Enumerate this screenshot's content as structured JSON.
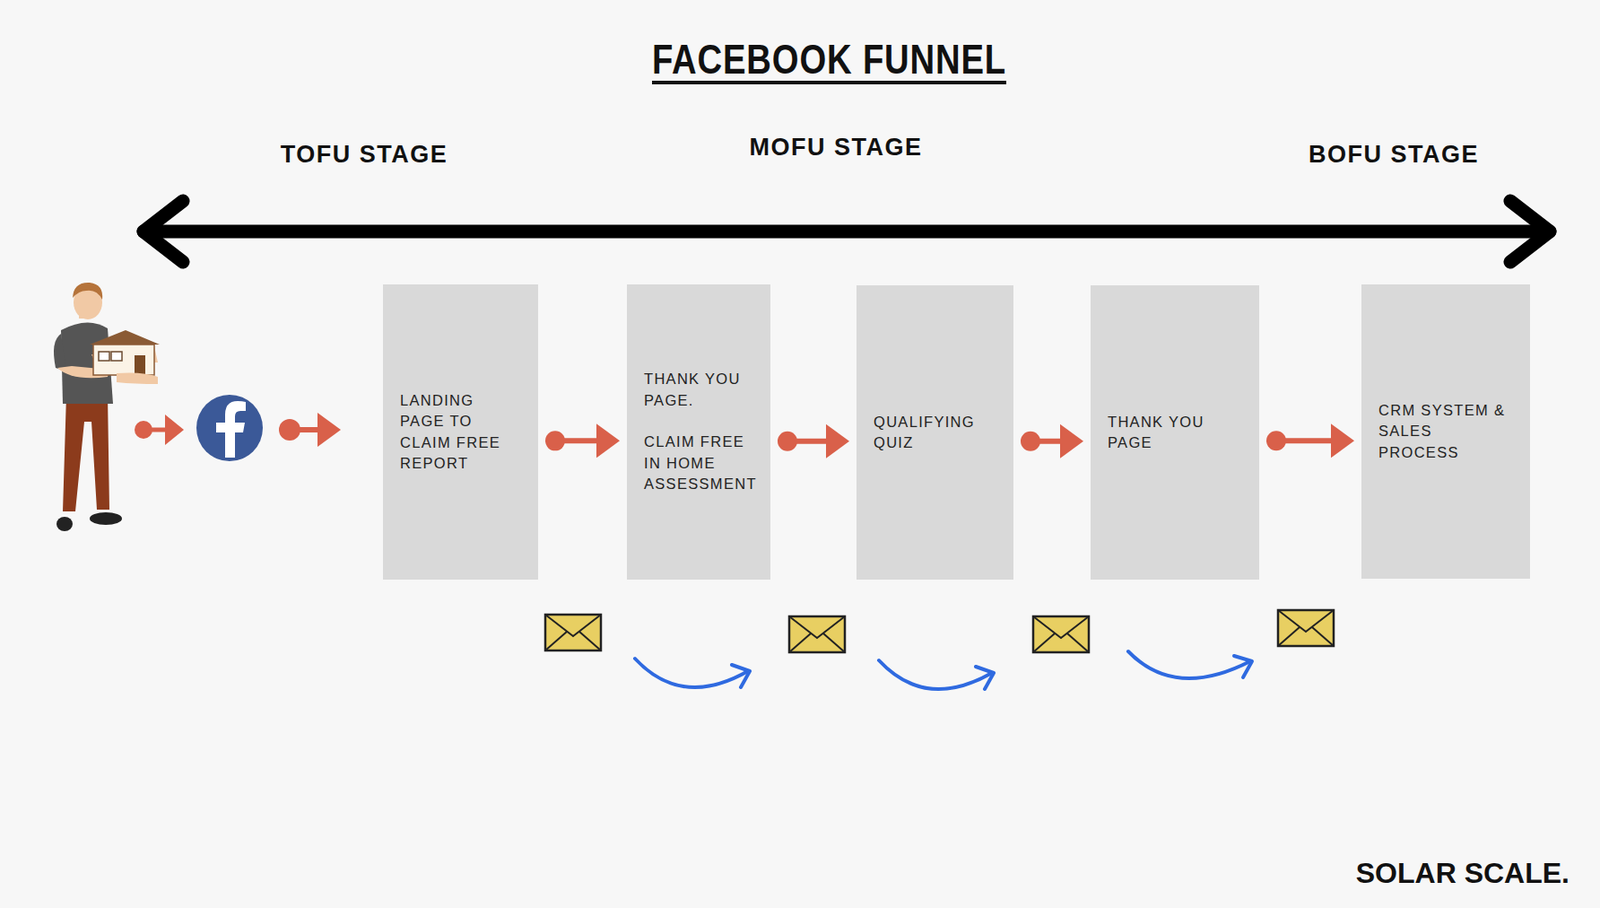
{
  "diagram": {
    "title": "FACEBOOK FUNNEL",
    "nodes": [
      {
        "text": [
          "LANDING PAGE TO CLAIM FREE REPORT"
        ]
      },
      {
        "text": [
          "THANK YOU PAGE.",
          "CLAIM FREE IN HOME ASSESSMENT"
        ]
      },
      {
        "text": [
          "QUALIFYING QUIZ"
        ]
      },
      {
        "text": [
          "THANK YOU PAGE"
        ]
      },
      {
        "text": [
          "CRM SYSTEM & SALES PROCESS"
        ]
      }
    ],
    "edges": [
      {
        "from": 0,
        "to": 1,
        "arrow": "to"
      },
      {
        "from": 1,
        "to": 2,
        "arrow": "to"
      },
      {
        "from": 2,
        "to": 3,
        "arrow": "to"
      },
      {
        "from": 3,
        "to": 4,
        "arrow": "to"
      }
    ],
    "labels": [
      "TOFU STAGE",
      "MOFU STAGE",
      "BOFU STAGE",
      "SOLAR SCALE."
    ]
  }
}
